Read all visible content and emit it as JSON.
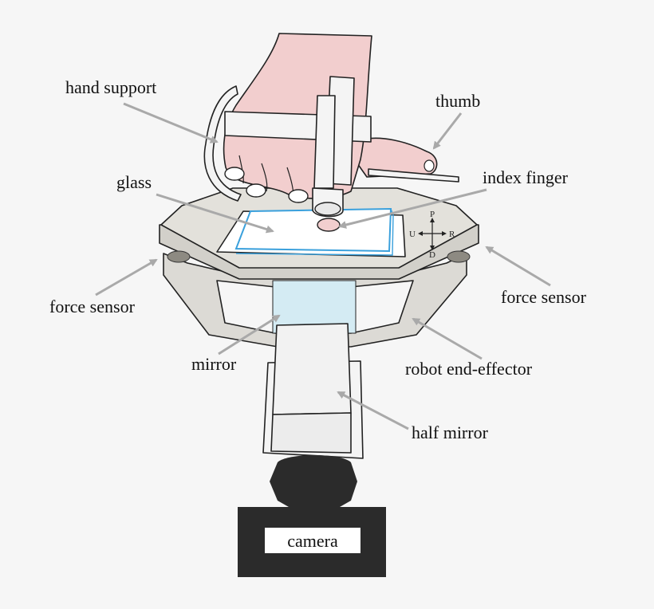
{
  "labels": {
    "hand_support": "hand support",
    "thumb": "thumb",
    "glass": "glass",
    "index_finger": "index finger",
    "force_sensor_left": "force sensor",
    "force_sensor_right": "force sensor",
    "mirror": "mirror",
    "robot_end_effector": "robot end-effector",
    "half_mirror": "half mirror",
    "camera": "camera"
  },
  "directions": {
    "p": "P",
    "u": "U",
    "r": "R",
    "d": "D"
  },
  "colors": {
    "background": "#f6f6f6",
    "skin": "#f2cece",
    "frame": "#dcdad5",
    "platform_top": "#e3e1db",
    "glass_edge": "#3aa0dc",
    "mirror_fill": "#d4ebf3",
    "camera_body": "#2b2b2b",
    "arrow": "#a9a9a9"
  }
}
